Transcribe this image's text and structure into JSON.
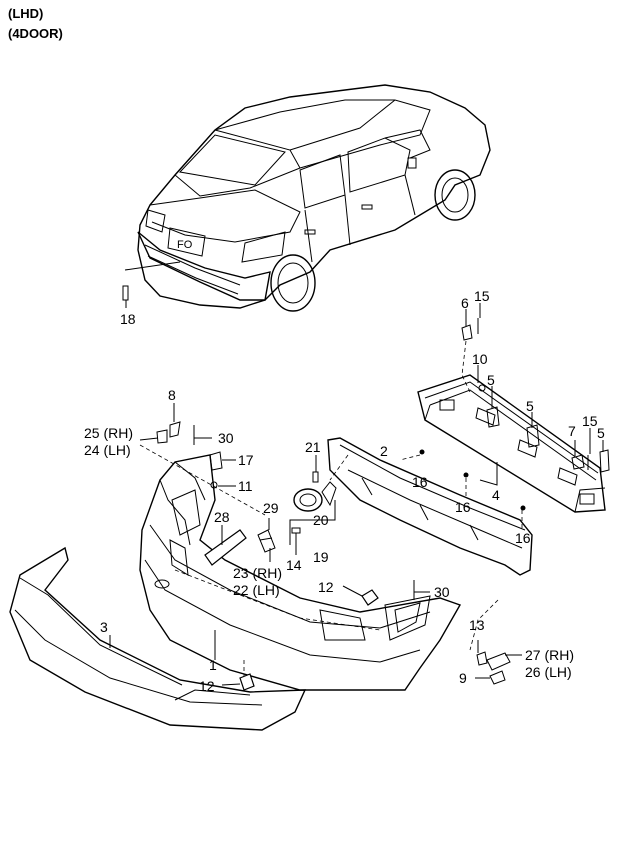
{
  "header": {
    "line1": "(LHD)",
    "line2": "(4DOOR)"
  },
  "callouts": [
    {
      "id": "c18",
      "text": "18"
    },
    {
      "id": "c6",
      "text": "6"
    },
    {
      "id": "c15a",
      "text": "15"
    },
    {
      "id": "c10",
      "text": "10"
    },
    {
      "id": "c5a",
      "text": "5"
    },
    {
      "id": "c5b",
      "text": "5"
    },
    {
      "id": "c7",
      "text": "7"
    },
    {
      "id": "c15b",
      "text": "15"
    },
    {
      "id": "c5c",
      "text": "5"
    },
    {
      "id": "c8",
      "text": "8"
    },
    {
      "id": "c25",
      "text": "25 (RH)"
    },
    {
      "id": "c24",
      "text": "24 (LH)"
    },
    {
      "id": "c30a",
      "text": "30"
    },
    {
      "id": "c17",
      "text": "17"
    },
    {
      "id": "c11",
      "text": "11"
    },
    {
      "id": "c21",
      "text": "21"
    },
    {
      "id": "c2",
      "text": "2"
    },
    {
      "id": "c16a",
      "text": "16"
    },
    {
      "id": "c4",
      "text": "4"
    },
    {
      "id": "c16b",
      "text": "16"
    },
    {
      "id": "c16c",
      "text": "16"
    },
    {
      "id": "c28",
      "text": "28"
    },
    {
      "id": "c29",
      "text": "29"
    },
    {
      "id": "c20",
      "text": "20"
    },
    {
      "id": "c19",
      "text": "19"
    },
    {
      "id": "c14",
      "text": "14"
    },
    {
      "id": "c23",
      "text": "23 (RH)"
    },
    {
      "id": "c22",
      "text": "22 (LH)"
    },
    {
      "id": "c12a",
      "text": "12"
    },
    {
      "id": "c30b",
      "text": "30"
    },
    {
      "id": "c3",
      "text": "3"
    },
    {
      "id": "c13",
      "text": "13"
    },
    {
      "id": "c27",
      "text": "27 (RH)"
    },
    {
      "id": "c26",
      "text": "26 (LH)"
    },
    {
      "id": "c1",
      "text": "1"
    },
    {
      "id": "c12b",
      "text": "12"
    },
    {
      "id": "c9",
      "text": "9"
    }
  ]
}
